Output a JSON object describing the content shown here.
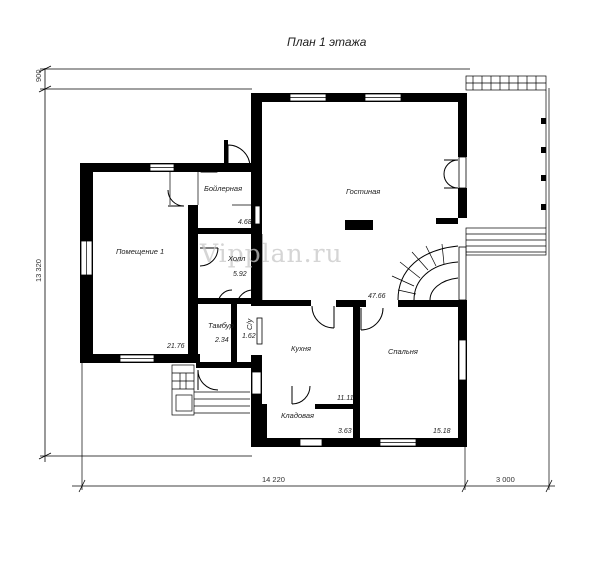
{
  "title": "План 1 этажа",
  "watermark": "Vipplan.ru",
  "rooms": [
    {
      "name": "Гостиная"
    },
    {
      "name": "Бойлерная",
      "area": "4.68"
    },
    {
      "name": "Помещение 1",
      "area": "21.76"
    },
    {
      "name": "Холл",
      "area": "5.92"
    },
    {
      "name": "Тамбур",
      "area": "2.34"
    },
    {
      "name": "С/у",
      "area": "1.62"
    },
    {
      "name": "Кухня",
      "area": "11.11"
    },
    {
      "name": "Спальня",
      "area": "15.18"
    },
    {
      "name": "Кладовая",
      "area": "3.63"
    }
  ],
  "living_area": "47.66",
  "dimensions": {
    "bottom_main": "14 220",
    "bottom_terrace": "3 000",
    "left_total": "13 320",
    "left_top": "900"
  }
}
